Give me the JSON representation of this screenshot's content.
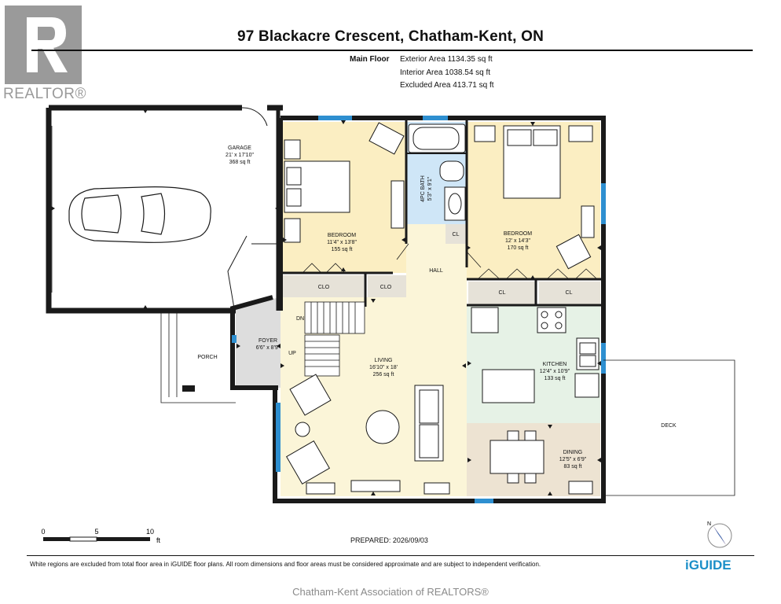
{
  "header": {
    "title": "97 Blackacre Crescent, Chatham-Kent, ON",
    "floor": "Main Floor",
    "exterior_area": "Exterior Area 1134.35 sq ft",
    "interior_area": "Interior Area 1038.54 sq ft",
    "excluded_area": "Excluded Area 413.71 sq ft"
  },
  "logo": {
    "text": "REALTOR®",
    "icon": "realtor-r-logo",
    "color": "#9a9a9a"
  },
  "rooms": {
    "garage": {
      "name": "GARAGE",
      "dims": "21' x 17'10\"",
      "area": "368 sq ft"
    },
    "bedroom1": {
      "name": "BEDROOM",
      "dims": "11'4\" x 13'8\"",
      "area": "155 sq ft"
    },
    "bath": {
      "name": "4PC BATH",
      "dims": "5'3\" x 9'1\""
    },
    "bedroom2": {
      "name": "BEDROOM",
      "dims": "12' x 14'3\"",
      "area": "170 sq ft"
    },
    "hall": {
      "name": "HALL"
    },
    "foyer": {
      "name": "FOYER",
      "dims": "6'6\" x 8'9\""
    },
    "living": {
      "name": "LIVING",
      "dims": "16'10\" x 18'",
      "area": "256 sq ft"
    },
    "kitchen": {
      "name": "KITCHEN",
      "dims": "12'4\" x 10'9\"",
      "area": "133 sq ft"
    },
    "dining": {
      "name": "DINING",
      "dims": "12'5\" x 6'9\"",
      "area": "83 sq ft"
    },
    "porch": {
      "name": "PORCH"
    },
    "deck": {
      "name": "DECK"
    },
    "clo1": "CLO",
    "clo2": "CLO",
    "cl1": "CL",
    "cl2": "CL",
    "cl3": "CL",
    "dn": "DN",
    "up": "UP"
  },
  "colors": {
    "wall": "#1a1a1a",
    "bedroom": "#fbeec2",
    "bath": "#cfe6f7",
    "living": "#fbf5d8",
    "kitchen": "#e6f2e6",
    "dining": "#ede3d2",
    "foyer": "#dddddd",
    "closet": "#e6e2d8",
    "window": "#2e8fd0",
    "brand": "#1c8fc8"
  },
  "scale": {
    "marks": [
      "0",
      "5",
      "10"
    ],
    "unit": "ft"
  },
  "prepared": "PREPARED: 2026/09/03",
  "disclaimer": "White regions are excluded from total floor area in iGUIDE floor plans. All room dimensions and floor areas must be considered approximate and are subject to independent verification.",
  "brand": "iGUIDE",
  "footer": "Chatham-Kent Association of REALTORS®",
  "compass_label": "N"
}
